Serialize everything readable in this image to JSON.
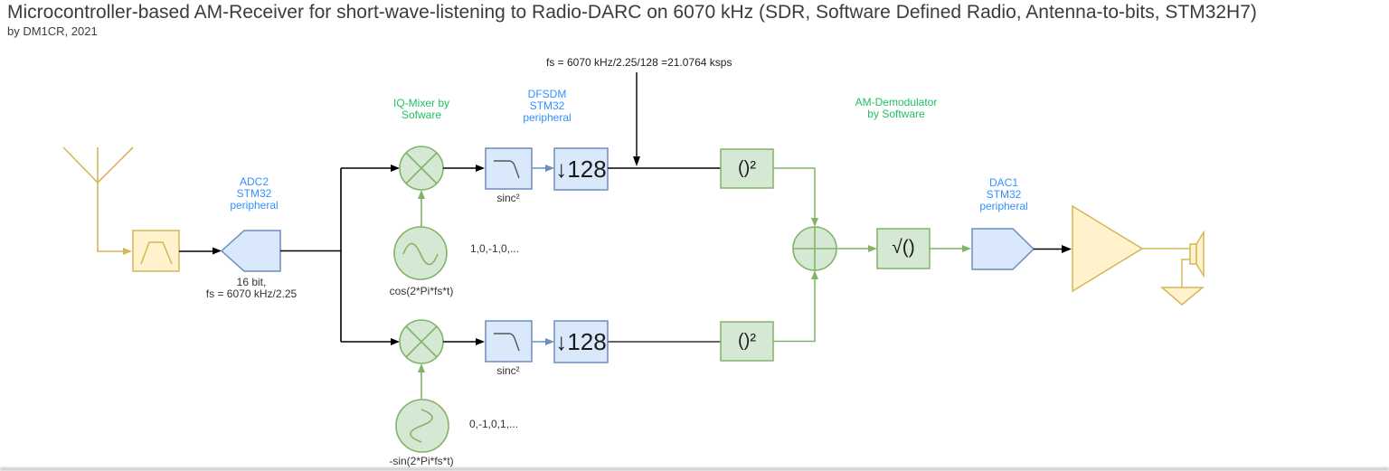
{
  "page": {
    "title": "Microcontroller-based AM-Receiver for short-wave-listening to Radio-DARC on 6070 kHz (SDR, Software Defined Radio, Antenna-to-bits, STM32H7)",
    "byline": "by DM1CR, 2021"
  },
  "annotations": {
    "sample_rate": "fs = 6070 kHz/2.25/128 =21.0764 ksps",
    "adc_spec": "16 bit,\nfs = 6070 kHz/2.25",
    "cos_sequence": "1,0,-1,0,...",
    "sin_sequence": "0,-1,0,1,..."
  },
  "group_labels": {
    "iq_mixer": "IQ-Mixer by\nSofware",
    "dfsdm": "DFSDM\nSTM32\nperipheral",
    "am_demodulator": "AM-Demodulator\nby Software",
    "adc": "ADC2\nSTM32\nperipheral",
    "dac": "DAC1\nSTM32\nperipheral"
  },
  "blocks": {
    "sinc_top": "sinc²",
    "sinc_bottom": "sinc²",
    "decimator_top": "↓128",
    "decimator_bottom": "↓128",
    "square_top": "()²",
    "square_bottom": "()²",
    "sqrt": "√()",
    "cos_oscillator": "cos(2*Pi*fs*t)",
    "sin_oscillator": "-sin(2*Pi*fs*t)"
  },
  "colors": {
    "block_blue_fill": "#DAE8FC",
    "block_blue_stroke": "#6C8EBF",
    "block_green_fill": "#D5E8D4",
    "block_green_stroke": "#82B366",
    "block_yellow_fill": "#FFF2CC",
    "block_yellow_stroke": "#D6B656",
    "label_blue": "#3390FF",
    "label_green": "#21BF63",
    "wire_black": "#000000",
    "wire_gray": "#666666"
  }
}
